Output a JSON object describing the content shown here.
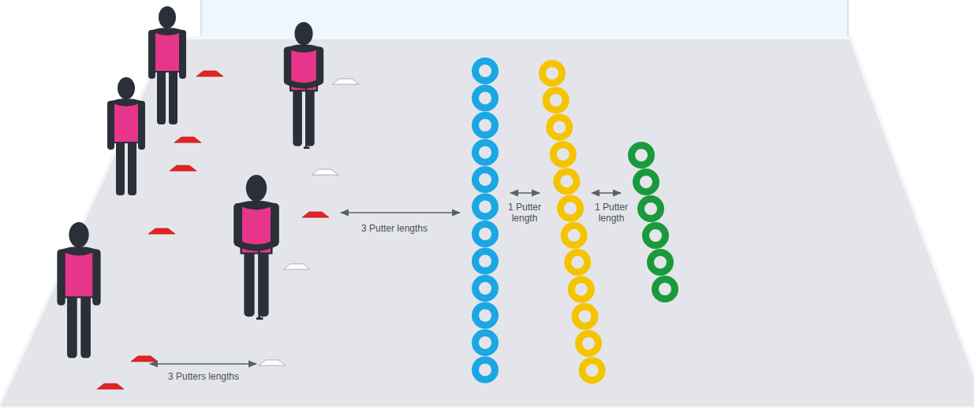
{
  "diagram": {
    "labels": [
      "3 Putter lengths",
      "1 Putter length",
      "1 Putter length",
      "3 Putters lengths"
    ]
  }
}
